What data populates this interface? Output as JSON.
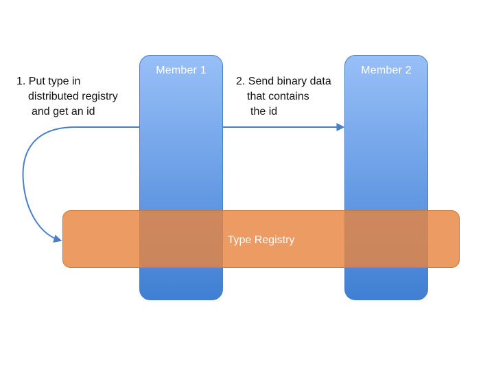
{
  "members": [
    {
      "label": "Member 1"
    },
    {
      "label": "Member 2"
    }
  ],
  "registry": {
    "label": "Type Registry"
  },
  "steps": [
    {
      "lines": [
        "1. Put type in",
        "distributed registry",
        "and get an id"
      ]
    },
    {
      "lines": [
        "2. Send binary data",
        "that contains",
        "the id"
      ]
    }
  ],
  "colors": {
    "member_top": "#98bff7",
    "member_bottom": "#3f7fd3",
    "registry": "#e88540",
    "arrow": "#4a7fc6"
  }
}
